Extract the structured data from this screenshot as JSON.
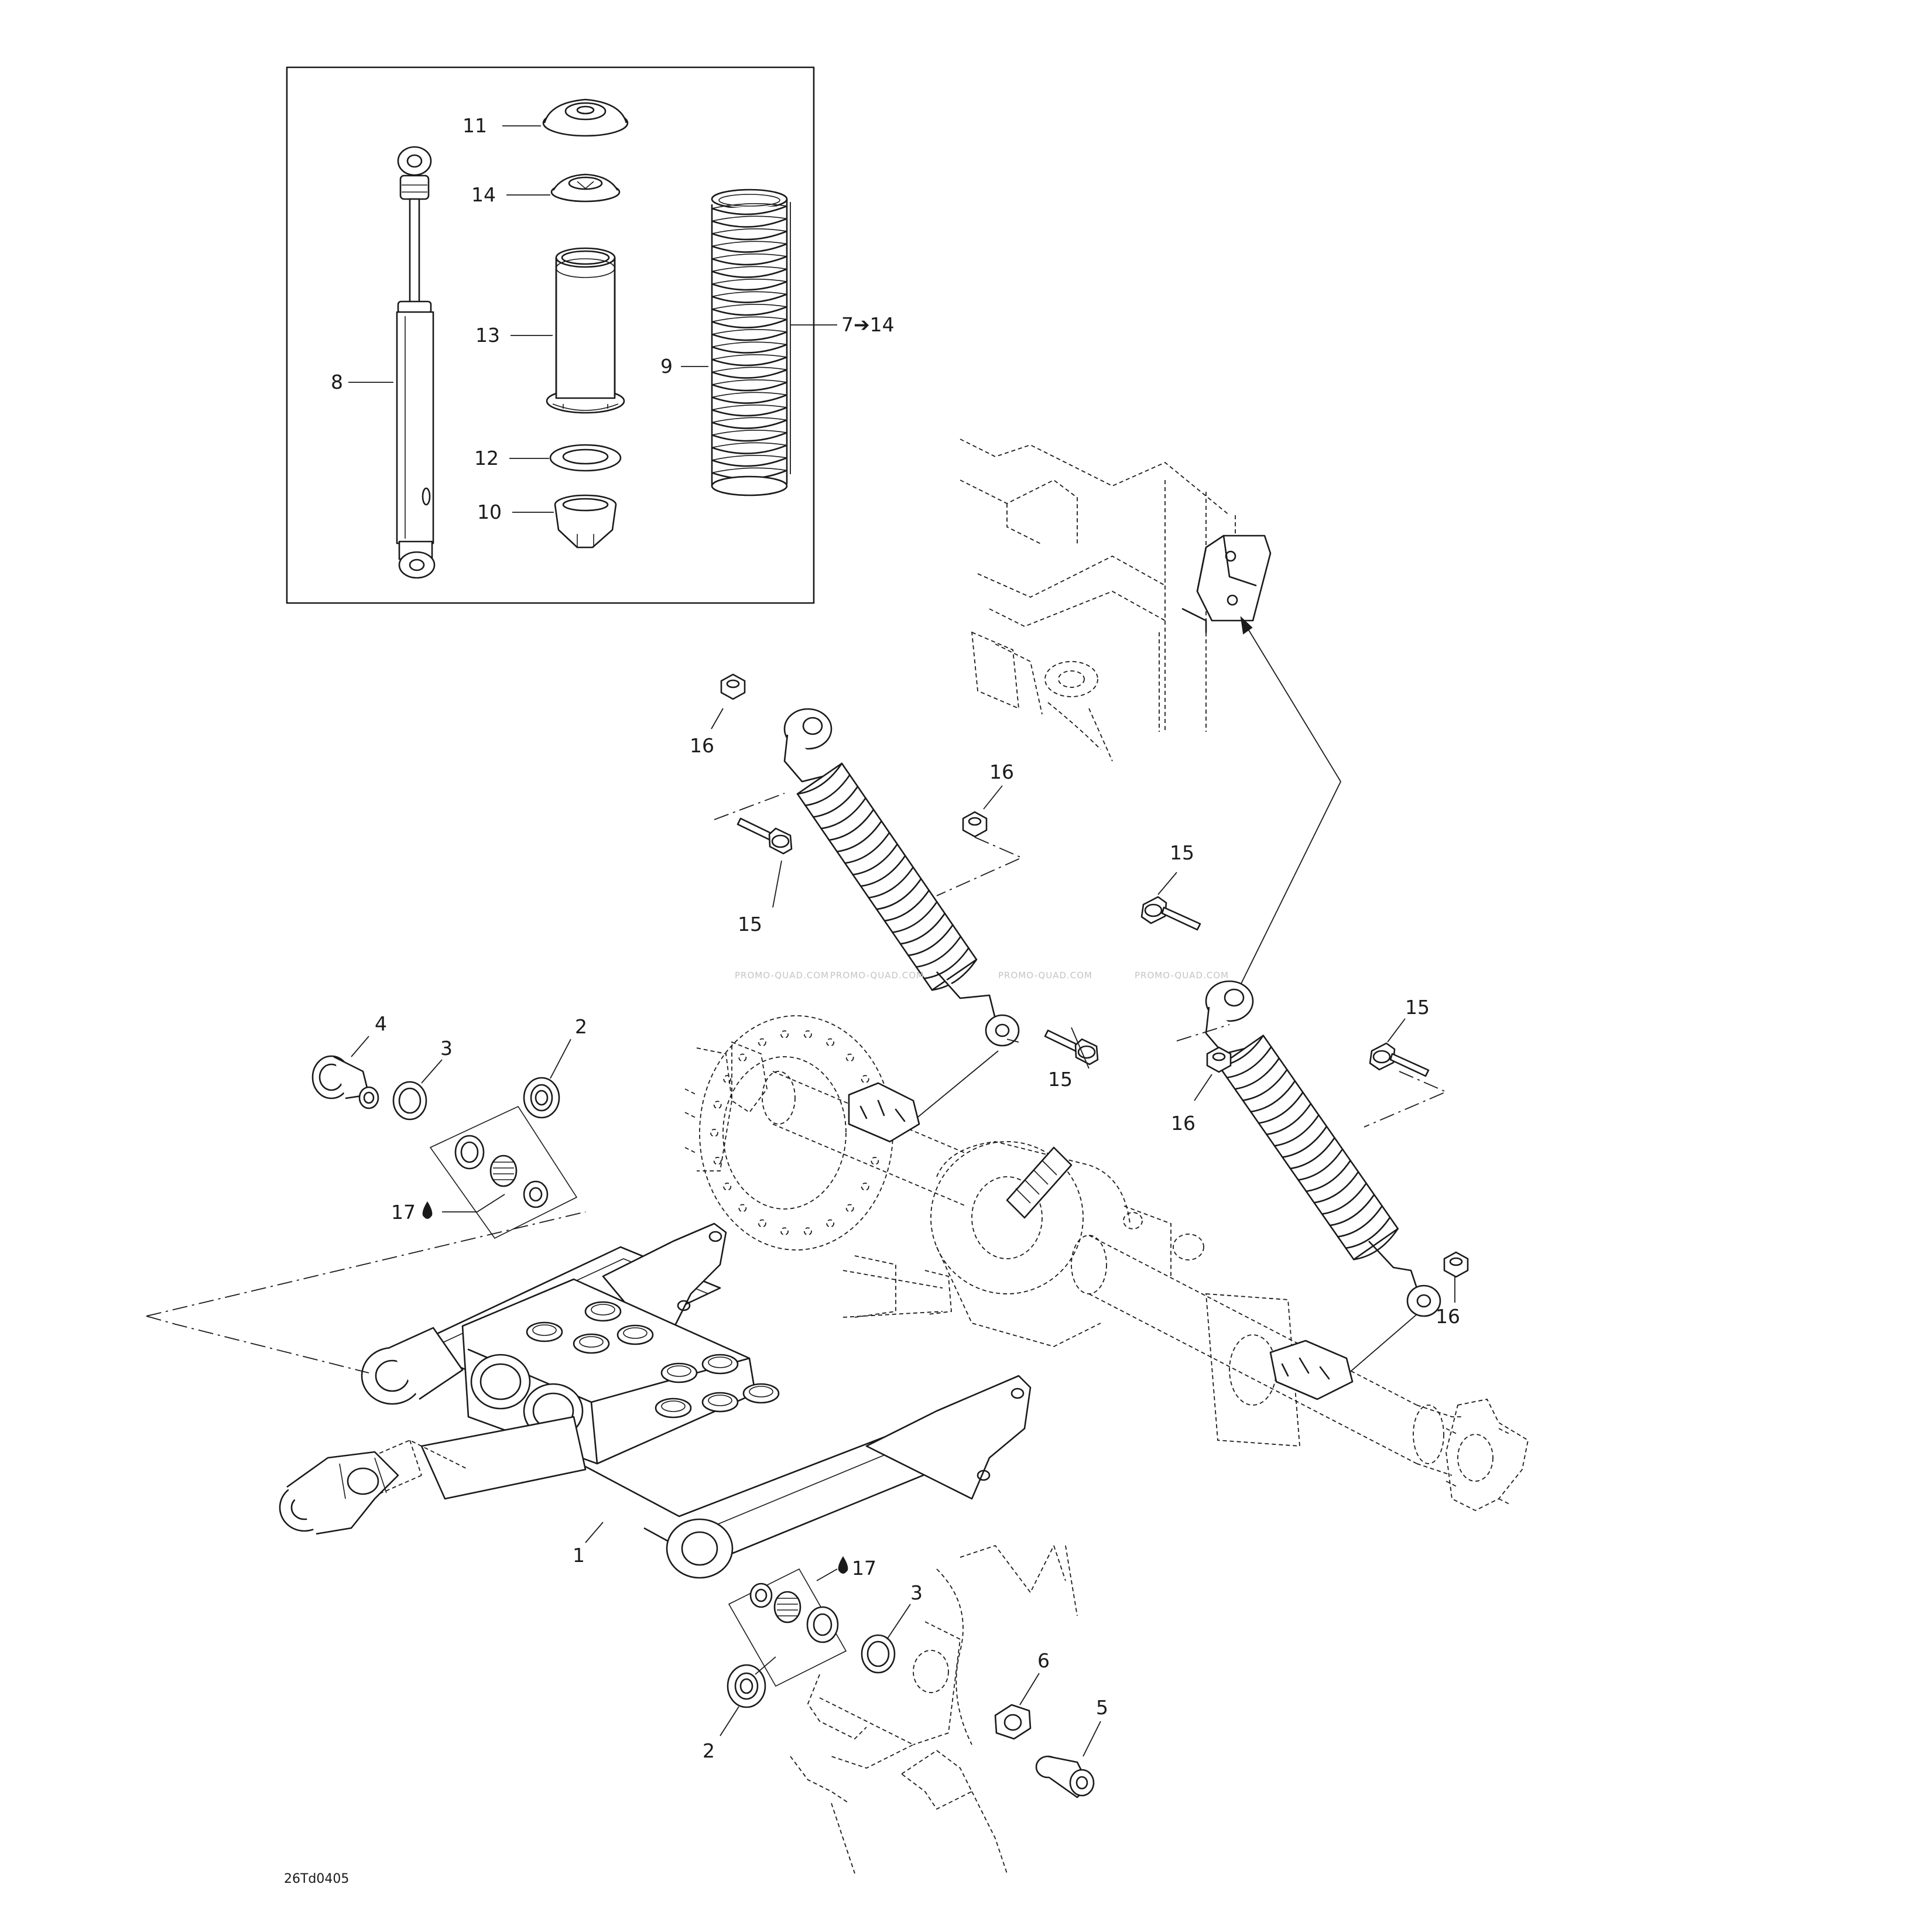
{
  "diagram": {
    "code": "26Td0405",
    "watermark": [
      "PROMO-QUAD.COM",
      "PROMO-QUAD.COM",
      "PROMO-QUAD.COM",
      "PROMO-QUAD.COM"
    ],
    "callouts": {
      "c1": "1",
      "c2a": "2",
      "c2b": "2",
      "c3a": "3",
      "c3b": "3",
      "c4": "4",
      "c5": "5",
      "c6": "6",
      "c7": "7➔14",
      "c8": "8",
      "c9": "9",
      "c10": "10",
      "c11": "11",
      "c12": "12",
      "c13": "13",
      "c14": "14",
      "c15a": "15",
      "c15b": "15",
      "c15c": "15",
      "c15d": "15",
      "c16a": "16",
      "c16b": "16",
      "c16c": "16",
      "c16d": "16",
      "c17a": "17",
      "c17b": "17"
    },
    "ink_color": "#1a1a1a",
    "paper_color": "#ffffff"
  }
}
